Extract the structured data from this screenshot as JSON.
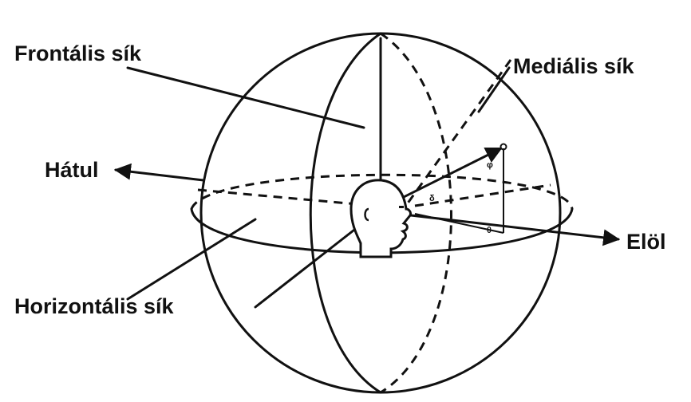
{
  "labels": {
    "frontal": "Frontális sík",
    "medial": "Mediális sík",
    "back": "Hátul",
    "front": "Elöl",
    "horizontal": "Horizontális sík"
  },
  "angles": {
    "delta": "δ",
    "phi": "φ",
    "theta": "θ"
  }
}
